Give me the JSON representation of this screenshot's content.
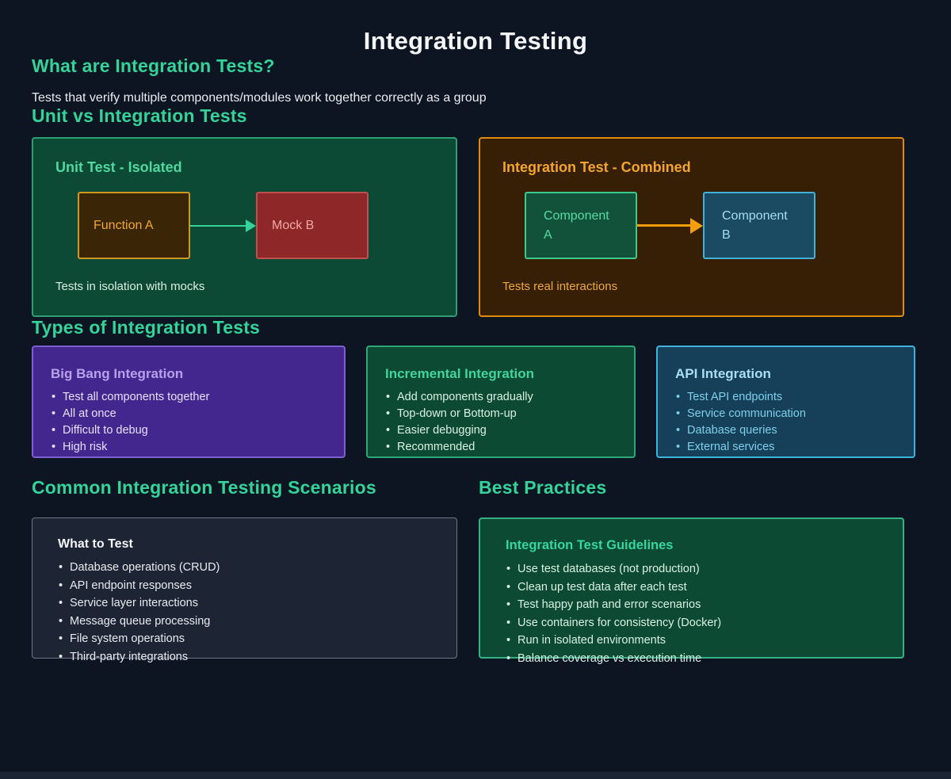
{
  "page": {
    "title": "Integration Testing"
  },
  "colors": {
    "background": "#0e1522",
    "heading_accent": "#34d399",
    "unit_panel_green": "#0d4a36",
    "integration_panel_brown": "#371f06",
    "integration_orange": "#df8b0b",
    "function_gold": "#cf9820",
    "mock_red": "#8e2727",
    "component_b_blue": "#1b4a63",
    "bigbang_purple": "#44278e",
    "api_blue": "#163f5a",
    "scenarios_slate": "#1d2433"
  },
  "intro": {
    "heading": "What are Integration Tests?",
    "description": "Tests that verify multiple components/modules work together correctly as a group"
  },
  "unit_vs_integration": {
    "heading": "Unit vs Integration Tests",
    "unit_panel": {
      "title": "Unit Test - Isolated",
      "node_a": "Function A",
      "node_b": "Mock B",
      "caption": "Tests in isolation with mocks"
    },
    "integration_panel": {
      "title": "Integration Test - Combined",
      "node_a": "Component A",
      "node_b": "Component B",
      "caption": "Tests real interactions"
    }
  },
  "types": {
    "heading": "Types of Integration Tests",
    "cards": [
      {
        "title": "Big Bang Integration",
        "items": [
          "Test all components together",
          "All at once",
          "Difficult to debug",
          "High risk"
        ]
      },
      {
        "title": "Incremental Integration",
        "items": [
          "Add components gradually",
          "Top-down or Bottom-up",
          "Easier debugging",
          "Recommended"
        ]
      },
      {
        "title": "API Integration",
        "items": [
          "Test API endpoints",
          "Service communication",
          "Database queries",
          "External services"
        ]
      }
    ]
  },
  "scenarios": {
    "heading": "Common Integration Testing Scenarios",
    "panel": {
      "title": "What to Test",
      "items": [
        "Database operations (CRUD)",
        "API endpoint responses",
        "Service layer interactions",
        "Message queue processing",
        "File system operations",
        "Third-party integrations"
      ]
    }
  },
  "best_practices": {
    "heading": "Best Practices",
    "panel": {
      "title": "Integration Test Guidelines",
      "items": [
        "Use test databases (not production)",
        "Clean up test data after each test",
        "Test happy path and error scenarios",
        "Use containers for consistency (Docker)",
        "Run in isolated environments",
        "Balance coverage vs execution time"
      ]
    }
  }
}
